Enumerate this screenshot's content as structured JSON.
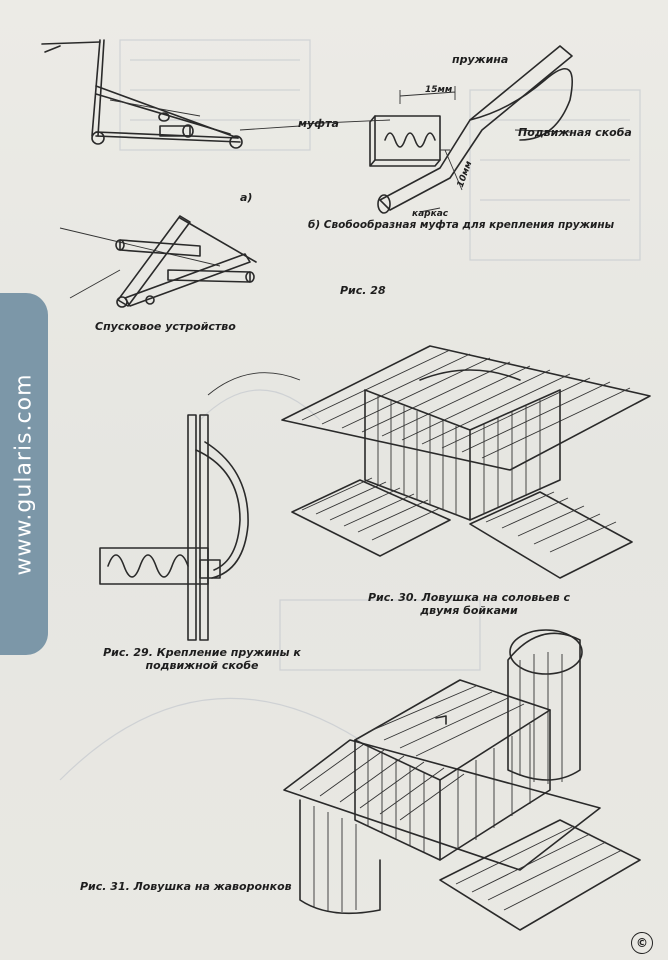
{
  "watermark": {
    "text": "www.gularis.com"
  },
  "fig28": {
    "label_mufta": "муфта",
    "label_pruzhina": "пружина",
    "label_dimension": "15мм",
    "label_dimension2": "10мм",
    "label_skoba": "Подвижная скоба",
    "label_karkas": "каркас",
    "label_a": "а)",
    "label_b": "б) Свобообразная муфта для крепления пружины",
    "label_spusk": "Спусковое устройство",
    "caption": "Рис. 28"
  },
  "fig29": {
    "caption": "Рис. 29. Крепление пружины к подвижной скобе"
  },
  "fig30": {
    "caption": "Рис. 30. Ловушка на соловьев с двумя бойками"
  },
  "fig31": {
    "caption": "Рис. 31. Ловушка на жаворонков"
  },
  "copyright": "©"
}
